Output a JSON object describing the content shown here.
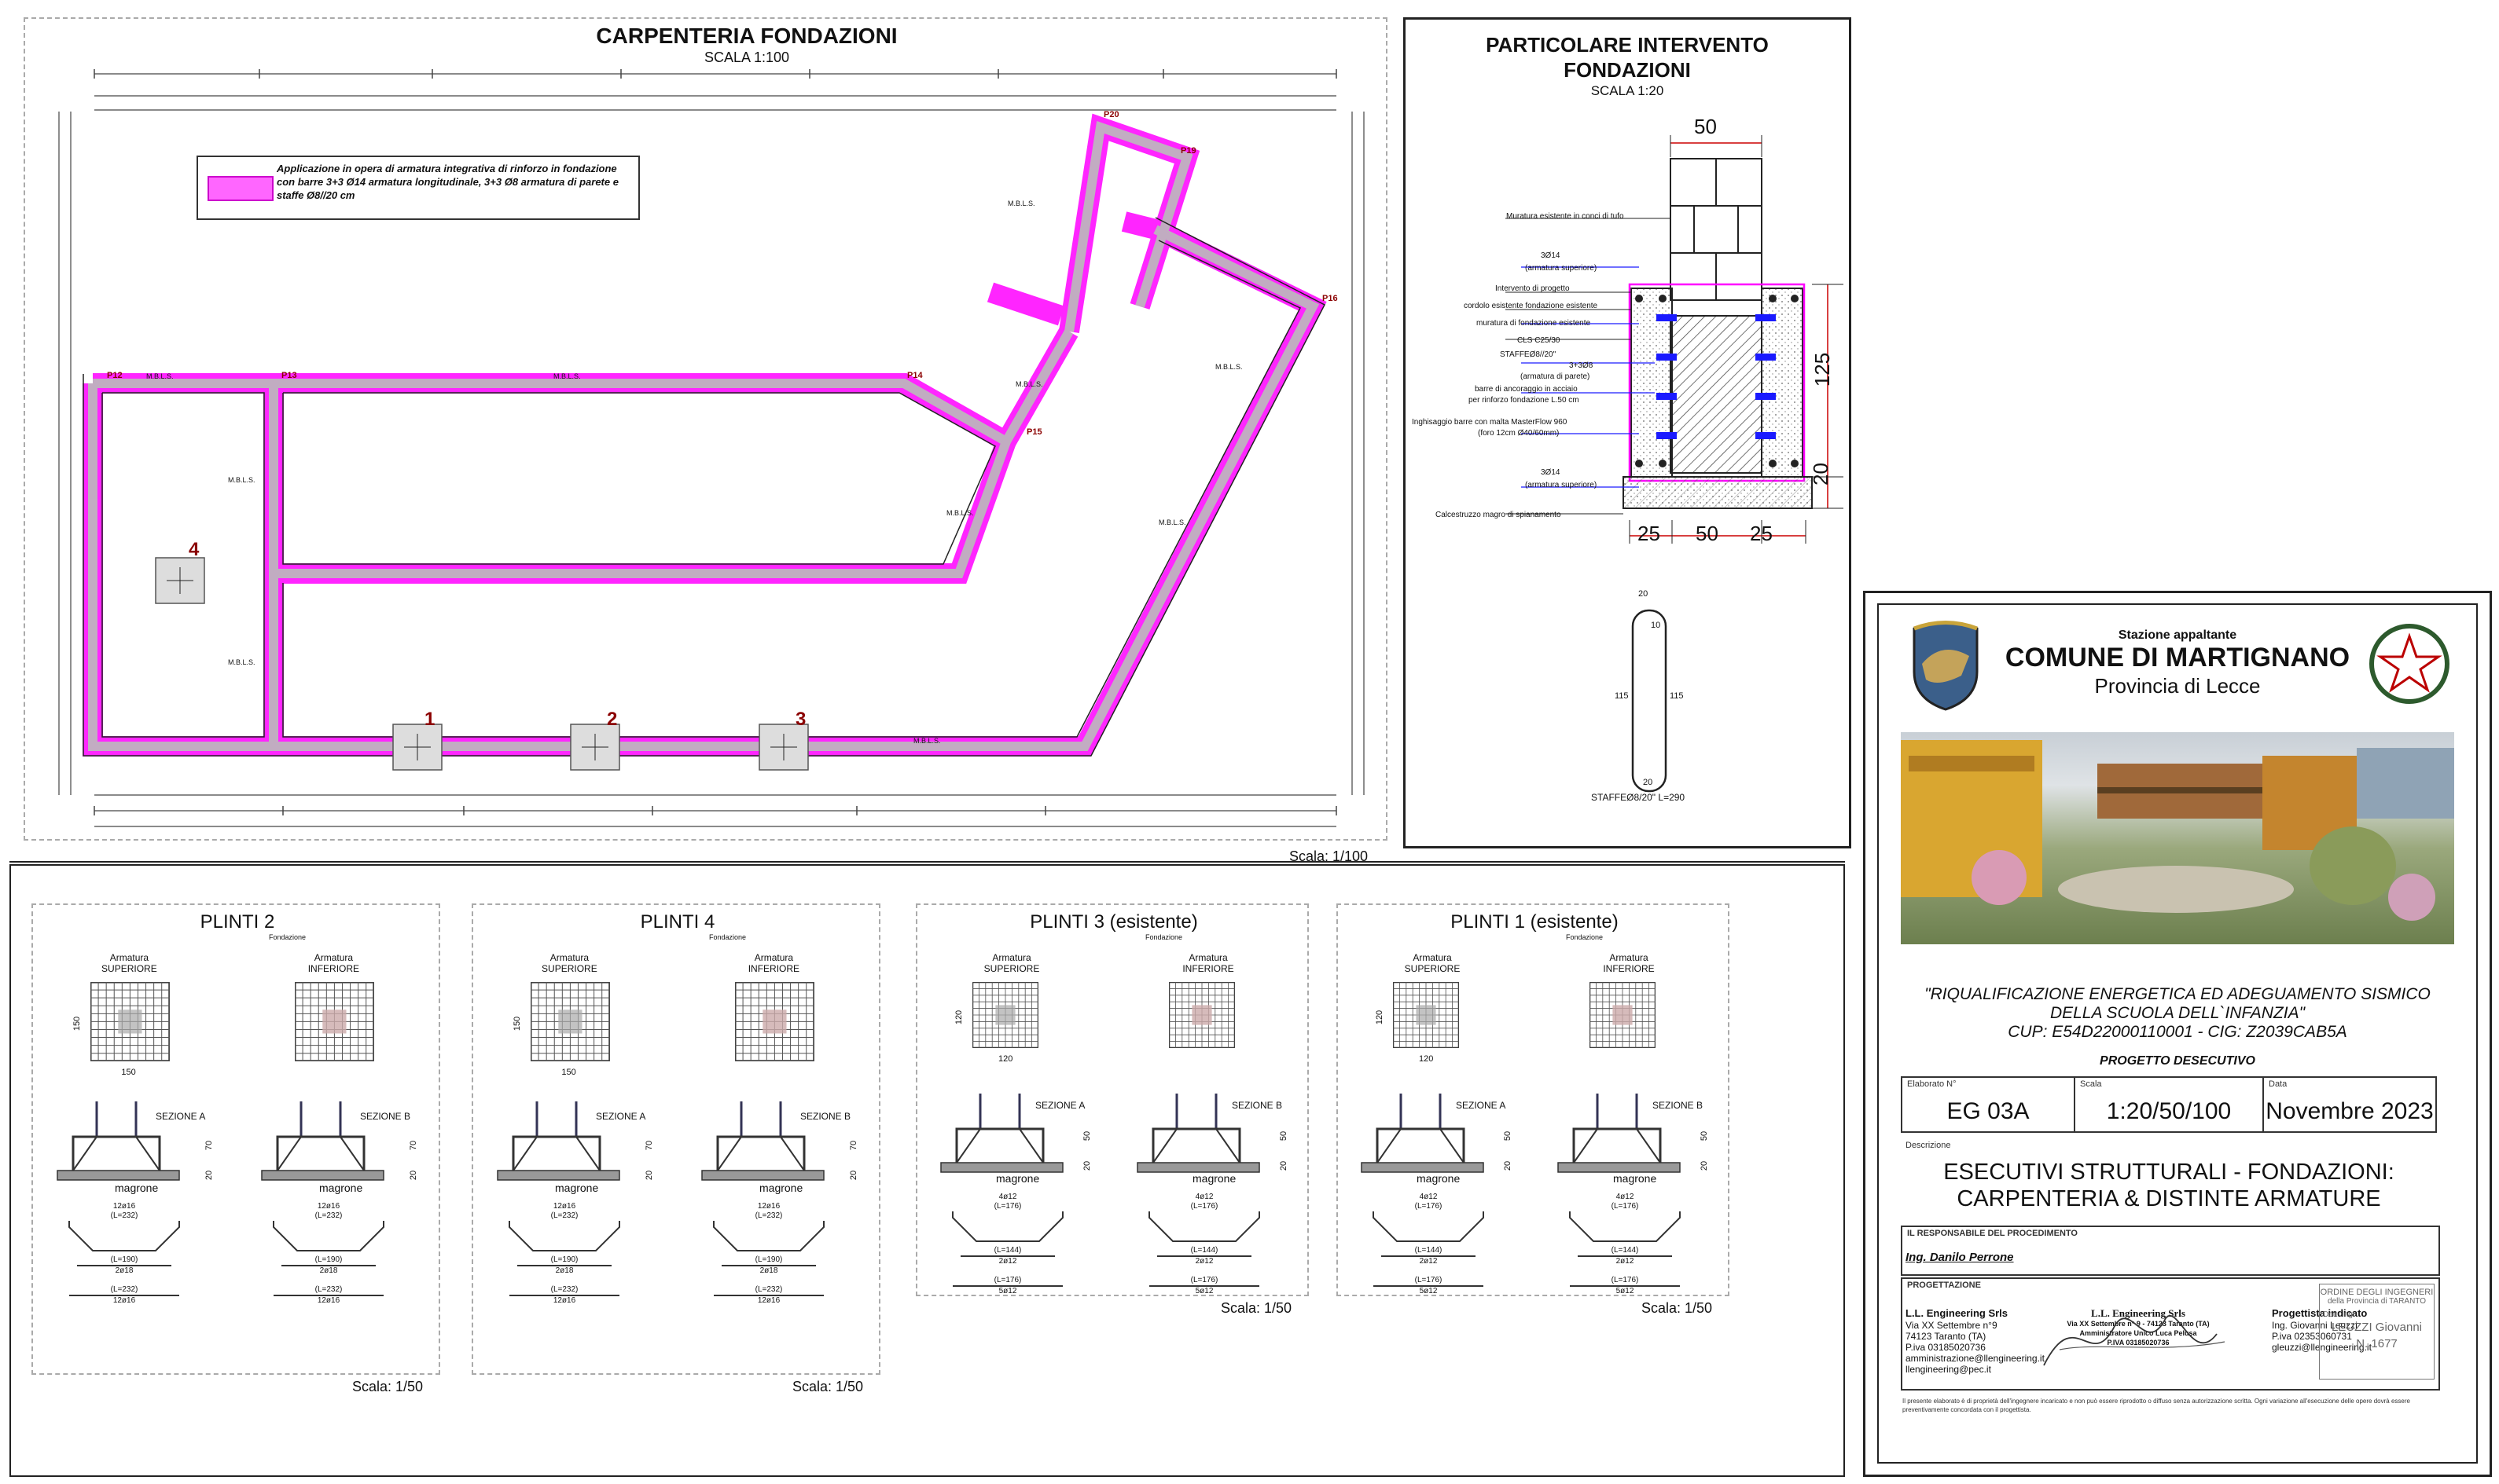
{
  "carpenteria": {
    "title": "CARPENTERIA FONDAZIONI",
    "scale": "SCALA 1:100",
    "footer_scale": "Scala: 1/100",
    "legend_text": "Applicazione in opera di armatura integrativa di rinforzo in fondazione con barre 3+3 Ø14 armatura longitudinale, 3+3 Ø8 armatura di parete e staffe Ø8//20 cm",
    "points": [
      "P12",
      "P13",
      "P14",
      "P15",
      "P16",
      "P19",
      "P20"
    ],
    "plinth_labels": [
      "1",
      "2",
      "3",
      "4"
    ],
    "beam_labels": [
      "M.B.L.S.",
      "M.B.L.S.",
      "M.B.L.S.",
      "M.B.L.S.",
      "M.B.L.S.",
      "M.B.L.S.",
      "M.B.L.S.",
      "M.B.L.S.",
      "M.B.L.S.",
      "M.B.L.S."
    ],
    "accent": "#ff00ff"
  },
  "particolare": {
    "title_line1": "PARTICOLARE INTERVENTO",
    "title_line2": "FONDAZIONI",
    "scale": "SCALA 1:20",
    "dims": {
      "top": "50",
      "height": "125",
      "base": "20",
      "bottom_left": "25",
      "bottom_mid": "50",
      "bottom_right": "25"
    },
    "callouts": [
      "Muratura esistente in conci di tufo",
      "3Ø14",
      "(armatura superiore)",
      "Intervento di progetto",
      "cordolo esistente fondazione esistente",
      "muratura di fondazione esistente",
      "CLS C25/30",
      "STAFFEØ8//20\"",
      "3+3Ø8",
      "(armatura di parete)",
      "barre di ancoraggio in acciaio",
      "per rinforzo fondazione L.50 cm",
      "Inghisaggio barre con malta MasterFlow 960",
      "(foro 12cm Ø40/60mm)",
      "3Ø14",
      "(armatura superiore)",
      "Calcestruzzo magro di spianamento"
    ],
    "stirrup": {
      "top": "20",
      "top_inner": "10",
      "left": "115",
      "right": "115",
      "bottom": "20",
      "caption": "STAFFEØ8/20\" L=290"
    }
  },
  "plinti": [
    {
      "title": "PLINTI 2",
      "subtitle": "Fondazione",
      "arm_sup": [
        "Armatura",
        "SUPERIORE"
      ],
      "arm_inf": [
        "Armatura",
        "INFERIORE"
      ],
      "dim": "150",
      "sec_a": "SEZIONE A",
      "sec_b": "SEZIONE B",
      "magrone": "magrone",
      "dims_side": [
        "70",
        "20"
      ],
      "bars_a": [
        "12ø16",
        "(L=232)",
        "(L=190)",
        "2ø18",
        "(L=232)",
        "12ø16"
      ],
      "bars_b": [
        "12ø16",
        "(L=232)",
        "(L=190)",
        "2ø18",
        "(L=232)",
        "12ø16"
      ],
      "scale": "Scala: 1/50"
    },
    {
      "title": "PLINTI 4",
      "subtitle": "Fondazione",
      "arm_sup": [
        "Armatura",
        "SUPERIORE"
      ],
      "arm_inf": [
        "Armatura",
        "INFERIORE"
      ],
      "dim": "150",
      "sec_a": "SEZIONE A",
      "sec_b": "SEZIONE B",
      "magrone": "magrone",
      "dims_side": [
        "70",
        "20"
      ],
      "bars_a": [
        "12ø16",
        "(L=232)",
        "(L=190)",
        "2ø18",
        "(L=232)",
        "12ø16"
      ],
      "bars_b": [
        "12ø16",
        "(L=232)",
        "(L=190)",
        "2ø18",
        "(L=232)",
        "12ø16"
      ],
      "scale": "Scala: 1/50"
    },
    {
      "title": "PLINTI 3 (esistente)",
      "subtitle": "Fondazione",
      "arm_sup": [
        "Armatura",
        "SUPERIORE"
      ],
      "arm_inf": [
        "Armatura",
        "INFERIORE"
      ],
      "dim": "120",
      "sec_a": "SEZIONE A",
      "sec_b": "SEZIONE B",
      "magrone": "magrone",
      "dims_side": [
        "50",
        "20"
      ],
      "bars_a": [
        "4ø12",
        "(L=176)",
        "(L=144)",
        "2ø12",
        "(L=176)",
        "5ø12"
      ],
      "bars_b": [
        "4ø12",
        "(L=176)",
        "(L=144)",
        "2ø12",
        "(L=176)",
        "5ø12"
      ],
      "scale": "Scala: 1/50"
    },
    {
      "title": "PLINTI 1 (esistente)",
      "subtitle": "Fondazione",
      "arm_sup": [
        "Armatura",
        "SUPERIORE"
      ],
      "arm_inf": [
        "Armatura",
        "INFERIORE"
      ],
      "dim": "120",
      "sec_a": "SEZIONE A",
      "sec_b": "SEZIONE B",
      "magrone": "magrone",
      "dims_side": [
        "50",
        "20"
      ],
      "bars_a": [
        "4ø12",
        "(L=176)",
        "(L=144)",
        "2ø12",
        "(L=176)",
        "5ø12"
      ],
      "bars_b": [
        "4ø12",
        "(L=176)",
        "(L=144)",
        "2ø12",
        "(L=176)",
        "5ø12"
      ],
      "scale": "Scala: 1/50"
    }
  ],
  "title_block": {
    "stazione": "Stazione appaltante",
    "comune": "COMUNE DI MARTIGNANO",
    "provincia": "Provincia di Lecce",
    "project_line1": "\"RIQUALIFICAZIONE ENERGETICA ED ADEGUAMENTO SISMICO",
    "project_line2": "DELLA SCUOLA DELL`INFANZIA\"",
    "cup": "CUP: E54D22000110001  -  CIG: Z2039CAB5A",
    "fase": "PROGETTO DESECUTIVO",
    "elaborato_label": "Elaborato N°",
    "elaborato": "EG 03A",
    "scala_label": "Scala",
    "scala": "1:20/50/100",
    "data_label": "Data",
    "data": "Novembre 2023",
    "descr_label": "Descrizione",
    "descr_line1": "ESECUTIVI STRUTTURALI - FONDAZIONI:",
    "descr_line2": "CARPENTERIA & DISTINTE ARMATURE",
    "rup_label": "IL RESPONSABILE DEL PROCEDIMENTO",
    "rup": "Ing. Danilo Perrone",
    "prog_label": "PROGETTAZIONE",
    "company": "L.L. Engineering Srls",
    "company_lines": [
      "Via XX Settembre n°9",
      "74123 Taranto (TA)",
      "P.iva 03185020736",
      "amministrazione@llengineering.it",
      "llengineering@pec.it"
    ],
    "stamp_company": "L.L. Engineering Srls",
    "stamp_lines": [
      "Via XX Settembre n° 9 - 74123 Taranto (TA)",
      "Amministratore Unico Luca Pelusa",
      "P.IVA 03185020736"
    ],
    "progettista_label": "Progettista indicato",
    "progettista_lines": [
      "Ing. Giovanni Leuzzi",
      "P.iva 02353060731",
      "gleuzzi@llengineering.it"
    ],
    "ordine_lines": [
      "ORDINE DEGLI INGEGNERI",
      "della Provincia di TARANTO",
      "Dott. Ing.",
      "LEUZZI Giovanni",
      "N. 1677"
    ],
    "fine_print": "Il presente elaborato è di proprietà dell'ingegnere incaricato e non può essere riprodotto o diffuso senza autorizzazione scritta. Ogni variazione all'esecuzione delle opere dovrà essere preventivamente concordata con il progettista."
  }
}
